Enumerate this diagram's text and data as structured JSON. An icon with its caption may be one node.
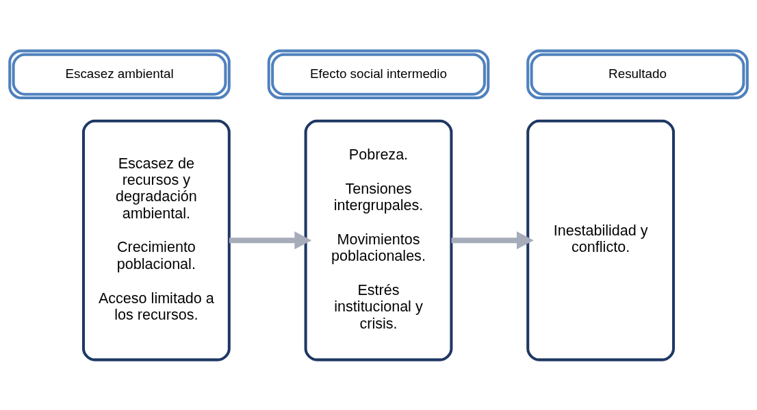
{
  "diagram": {
    "nodes": [
      {
        "text": [
          "Escasez ambiental"
        ]
      },
      {
        "text": [
          "Efecto social intermedio"
        ]
      },
      {
        "text": [
          "Resultado"
        ]
      },
      {
        "text": [
          "Escasez de recursos y degradación ambiental.",
          "Crecimiento poblacional.",
          "Acceso limitado a los recursos."
        ]
      },
      {
        "text": [
          "Pobreza.",
          "Tensiones intergrupales.",
          "Movimientos poblacionales.",
          "Estrés institucional y crisis."
        ]
      },
      {
        "text": [
          "Inestabilidad y conflicto."
        ]
      }
    ],
    "edges": [
      {
        "from": 3,
        "to": 4,
        "arrow": "to"
      },
      {
        "from": 4,
        "to": 5,
        "arrow": "to"
      }
    ]
  }
}
